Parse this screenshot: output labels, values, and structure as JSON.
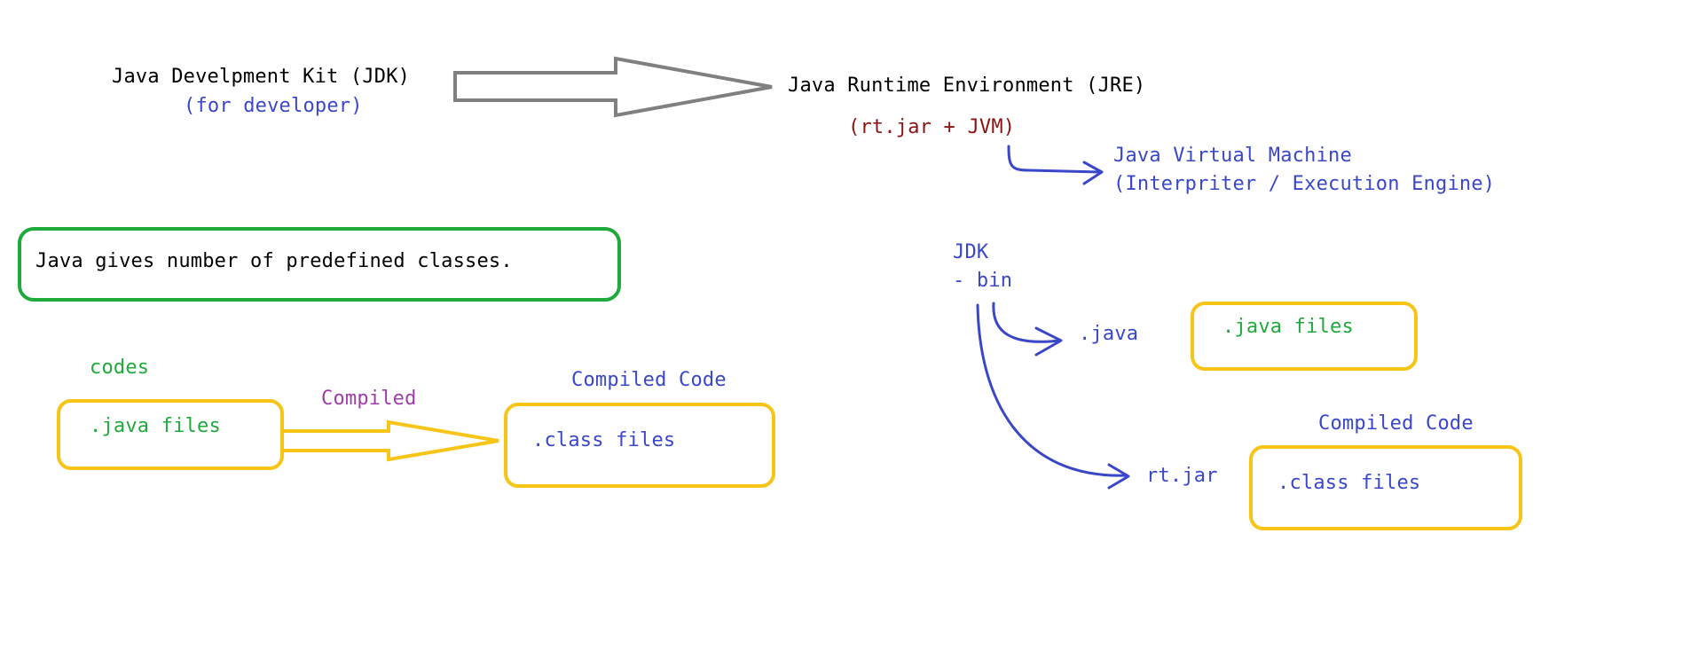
{
  "colors": {
    "black": "#000000",
    "blue": "#3a47c9",
    "green": "#1faa3c",
    "purple": "#a03ca8",
    "maroon": "#8a1414",
    "yellow": "#f7c517",
    "box_green": "#1faa3c",
    "gray": "#808080"
  },
  "top": {
    "jdk_title": "Java Develpment Kit (JDK)",
    "jdk_sub": "(for developer)",
    "jre_title": "Java Runtime Environment (JRE)",
    "jre_parts": "(rt.jar + JVM)",
    "jvm_line1": "Java Virtual Machine",
    "jvm_line2": "(Interpriter / Execution Engine)"
  },
  "note": {
    "text": "Java gives number of predefined classes."
  },
  "left_flow": {
    "codes_label": "codes",
    "source_box": ".java files",
    "arrow_label": "Compiled",
    "compiled_label": "Compiled Code",
    "class_box": ".class files"
  },
  "jdk_tree": {
    "root": "JDK",
    "bin": "- bin",
    "java_item": ".java",
    "java_box": ".java files",
    "rtjar_item": "rt.jar",
    "compiled_label": "Compiled Code",
    "class_box": ".class files"
  }
}
